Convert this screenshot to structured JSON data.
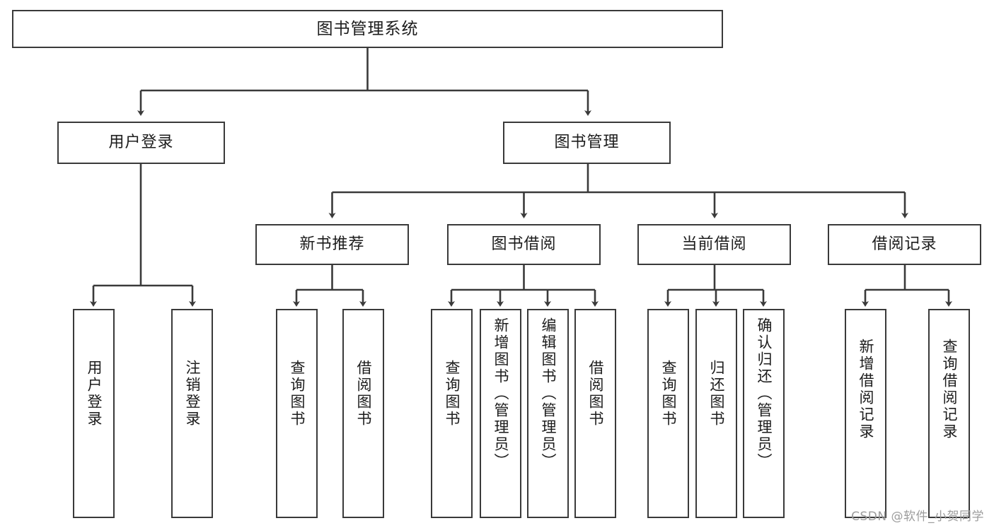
{
  "diagram": {
    "title": "图书管理系统",
    "type": "tree-hierarchy",
    "root": {
      "id": "root",
      "label": "图书管理系统",
      "orientation": "horizontal"
    },
    "level2": [
      {
        "id": "user-login",
        "label": "用户登录",
        "orientation": "horizontal"
      },
      {
        "id": "book-management",
        "label": "图书管理",
        "orientation": "horizontal"
      }
    ],
    "level3": [
      {
        "id": "new-book-recommend",
        "label": "新书推荐",
        "orientation": "horizontal",
        "parent": "book-management"
      },
      {
        "id": "book-borrow",
        "label": "图书借阅",
        "orientation": "horizontal",
        "parent": "book-management"
      },
      {
        "id": "current-borrow",
        "label": "当前借阅",
        "orientation": "horizontal",
        "parent": "book-management"
      },
      {
        "id": "borrow-record",
        "label": "借阅记录",
        "orientation": "horizontal",
        "parent": "book-management"
      }
    ],
    "leaves": {
      "user-login": [
        {
          "id": "leaf-user-login",
          "label": "用户登录"
        },
        {
          "id": "leaf-logout-login",
          "label": "注销登录"
        }
      ],
      "new-book-recommend": [
        {
          "id": "leaf-query-book-1",
          "label": "查询图书"
        },
        {
          "id": "leaf-borrow-book-1",
          "label": "借阅图书"
        }
      ],
      "book-borrow": [
        {
          "id": "leaf-query-book-2",
          "label": "查询图书"
        },
        {
          "id": "leaf-add-book",
          "label": "新增图书（管理员）"
        },
        {
          "id": "leaf-edit-book",
          "label": "编辑图书（管理员）"
        },
        {
          "id": "leaf-borrow-book-2",
          "label": "借阅图书"
        }
      ],
      "current-borrow": [
        {
          "id": "leaf-query-book-3",
          "label": "查询图书"
        },
        {
          "id": "leaf-return-book",
          "label": "归还图书"
        },
        {
          "id": "leaf-confirm-return",
          "label": "确认归还（管理员）"
        }
      ],
      "borrow-record": [
        {
          "id": "leaf-add-record",
          "label": "新增借阅记录"
        },
        {
          "id": "leaf-query-record",
          "label": "查询借阅记录"
        }
      ]
    }
  },
  "watermark": {
    "text": "CSDN @软件_小贺同学"
  },
  "colors": {
    "border": "#3a3a3a",
    "text": "#1c1c1c",
    "background": "#ffffff",
    "watermark": "#9c9c9c"
  }
}
